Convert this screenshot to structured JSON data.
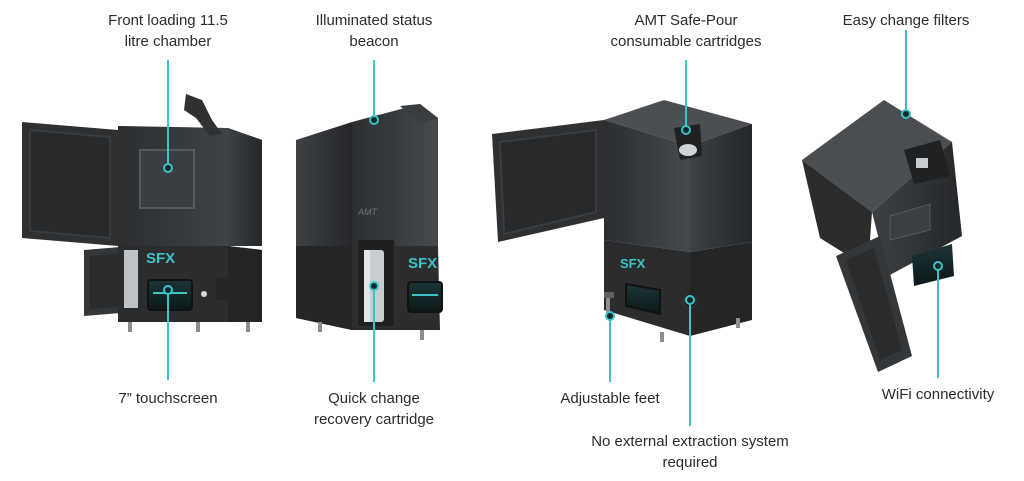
{
  "colors": {
    "accent": "#3cc3c6",
    "machine_dark": "#2f3133",
    "machine_mid": "#3c3f42",
    "machine_light": "#4a4e52",
    "text": "#2b2b2b"
  },
  "brand": {
    "logo_text": "SFX",
    "badge_text": "AMT"
  },
  "callouts": {
    "front_loading": [
      "Front loading 11.5",
      "litre chamber"
    ],
    "status_beacon": [
      "Illuminated status",
      "beacon"
    ],
    "safe_pour": [
      "AMT Safe-Pour",
      "consumable cartridges"
    ],
    "filters": [
      "Easy change filters"
    ],
    "touchscreen": [
      "7” touchscreen"
    ],
    "recovery_cartridge": [
      "Quick change",
      "recovery cartridge"
    ],
    "feet": [
      "Adjustable feet"
    ],
    "extraction": [
      "No external extraction system",
      "required"
    ],
    "wifi": [
      "WiFi connectivity"
    ]
  }
}
